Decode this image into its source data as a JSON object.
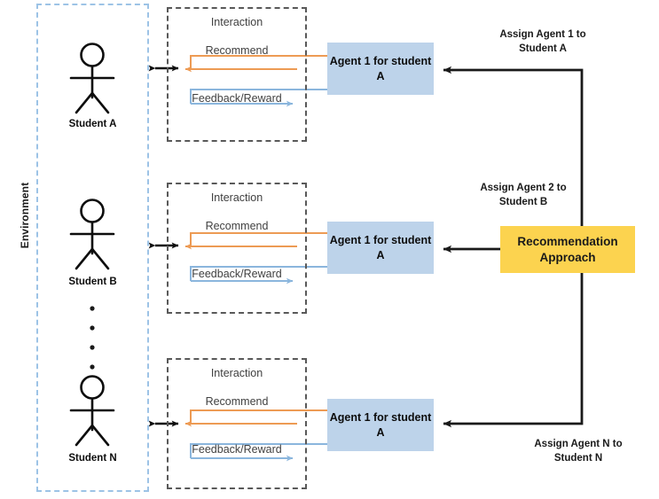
{
  "diagram": {
    "environment_label": "Environment",
    "students": [
      {
        "caption": "Student A"
      },
      {
        "caption": "Student B"
      },
      {
        "caption": "Student N"
      }
    ],
    "interactions": [
      {
        "title": "Interaction",
        "recommend_label": "Recommend",
        "feedback_label": "Feedback/Reward"
      },
      {
        "title": "Interaction",
        "recommend_label": "Recommend",
        "feedback_label": "Feedback/Reward"
      },
      {
        "title": "Interaction",
        "recommend_label": "Recommend",
        "feedback_label": "Feedback/Reward"
      }
    ],
    "agents": [
      {
        "label": "Agent 1 for student A"
      },
      {
        "label": "Agent 1 for student A"
      },
      {
        "label": "Agent 1 for student A"
      }
    ],
    "recommendation_box": {
      "label": "Recommendation Approach"
    },
    "assign_labels": [
      "Assign Agent 1 to\nStudent A",
      "Assign Agent 2 to\nStudent B",
      "Assign Agent N to\nStudent N"
    ],
    "ellipsis_dots": 4,
    "colors": {
      "environment_border": "#9dc3e6",
      "interaction_border": "#595959",
      "agent_box_fill": "#bdd3ea",
      "recommendation_fill": "#fcd34f",
      "recommend_arrow": "#ed9b54",
      "feedback_arrow": "#8bb6dd",
      "assign_arrow": "#1a1a1a",
      "figure_stroke": "#0d0d0d"
    }
  }
}
